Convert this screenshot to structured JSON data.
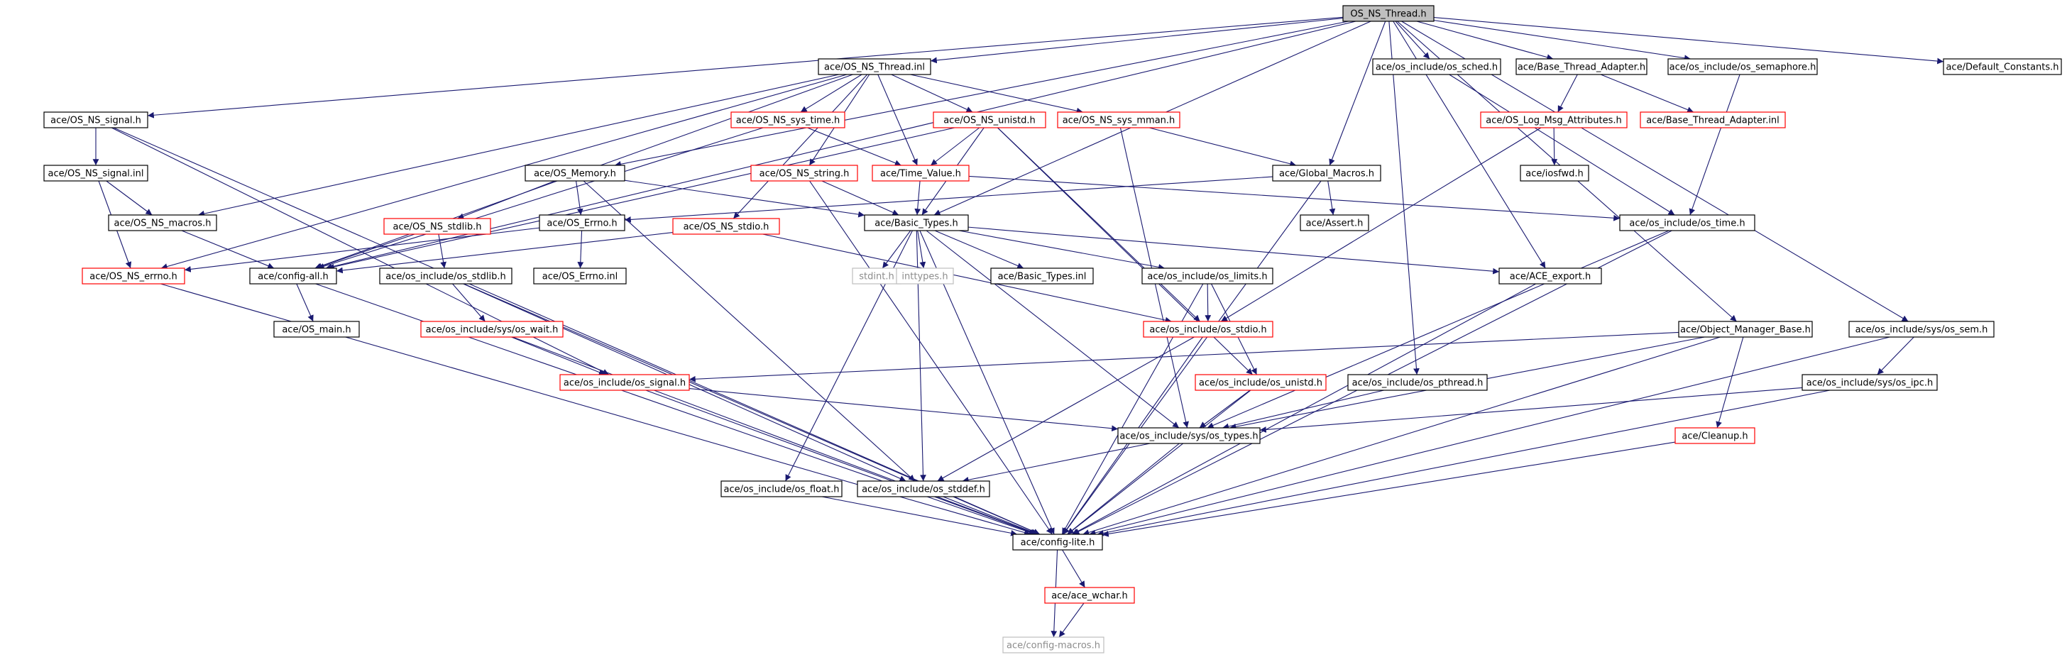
{
  "diagram": {
    "type": "include-dependency-graph",
    "colors": {
      "edge": "#191970",
      "root_fill": "#bfbfbf",
      "normal_border": "#000000",
      "red_border": "#ff0000",
      "gray_border": "#bfbfbf",
      "gray_text": "#8c8c8c"
    },
    "nodes": [
      {
        "id": "root",
        "label": "OS_NS_Thread.h",
        "style": "root"
      },
      {
        "id": "thread_inl",
        "label": "ace/OS_NS_Thread.inl",
        "style": "normal"
      },
      {
        "id": "os_sched",
        "label": "ace/os_include/os_sched.h",
        "style": "normal"
      },
      {
        "id": "base_thread_adapter",
        "label": "ace/Base_Thread_Adapter.h",
        "style": "normal"
      },
      {
        "id": "os_semaphore",
        "label": "ace/os_include/os_semaphore.h",
        "style": "normal"
      },
      {
        "id": "default_constants",
        "label": "ace/Default_Constants.h",
        "style": "normal"
      },
      {
        "id": "ns_signal",
        "label": "ace/OS_NS_signal.h",
        "style": "normal"
      },
      {
        "id": "ns_sys_time",
        "label": "ace/OS_NS_sys_time.h",
        "style": "red"
      },
      {
        "id": "ns_unistd",
        "label": "ace/OS_NS_unistd.h",
        "style": "red"
      },
      {
        "id": "ns_sys_mman",
        "label": "ace/OS_NS_sys_mman.h",
        "style": "red"
      },
      {
        "id": "log_msg_attr",
        "label": "ace/OS_Log_Msg_Attributes.h",
        "style": "red"
      },
      {
        "id": "base_thread_adapter_inl",
        "label": "ace/Base_Thread_Adapter.inl",
        "style": "red"
      },
      {
        "id": "ns_signal_inl",
        "label": "ace/OS_NS_signal.inl",
        "style": "normal"
      },
      {
        "id": "ns_string",
        "label": "ace/OS_NS_string.h",
        "style": "red"
      },
      {
        "id": "time_value",
        "label": "ace/Time_Value.h",
        "style": "red"
      },
      {
        "id": "os_memory",
        "label": "ace/OS_Memory.h",
        "style": "normal"
      },
      {
        "id": "global_macros",
        "label": "ace/Global_Macros.h",
        "style": "normal"
      },
      {
        "id": "iosfwd",
        "label": "ace/iosfwd.h",
        "style": "normal"
      },
      {
        "id": "ns_macros",
        "label": "ace/OS_NS_macros.h",
        "style": "normal"
      },
      {
        "id": "ns_stdlib",
        "label": "ace/OS_NS_stdlib.h",
        "style": "red"
      },
      {
        "id": "os_errno",
        "label": "ace/OS_Errno.h",
        "style": "normal"
      },
      {
        "id": "ns_stdio",
        "label": "ace/OS_NS_stdio.h",
        "style": "red"
      },
      {
        "id": "basic_types",
        "label": "ace/Basic_Types.h",
        "style": "normal"
      },
      {
        "id": "assert",
        "label": "ace/Assert.h",
        "style": "normal"
      },
      {
        "id": "os_time",
        "label": "ace/os_include/os_time.h",
        "style": "normal"
      },
      {
        "id": "ns_errno",
        "label": "ace/OS_NS_errno.h",
        "style": "red"
      },
      {
        "id": "config_all",
        "label": "ace/config-all.h",
        "style": "normal"
      },
      {
        "id": "os_stdlib",
        "label": "ace/os_include/os_stdlib.h",
        "style": "normal"
      },
      {
        "id": "os_errno_inl",
        "label": "ace/OS_Errno.inl",
        "style": "normal"
      },
      {
        "id": "stdint",
        "label": "stdint.h",
        "style": "gray"
      },
      {
        "id": "inttypes",
        "label": "inttypes.h",
        "style": "gray"
      },
      {
        "id": "basic_types_inl",
        "label": "ace/Basic_Types.inl",
        "style": "normal"
      },
      {
        "id": "os_limits",
        "label": "ace/os_include/os_limits.h",
        "style": "normal"
      },
      {
        "id": "ace_export",
        "label": "ace/ACE_export.h",
        "style": "normal"
      },
      {
        "id": "os_main",
        "label": "ace/OS_main.h",
        "style": "normal"
      },
      {
        "id": "os_wait",
        "label": "ace/os_include/sys/os_wait.h",
        "style": "red"
      },
      {
        "id": "os_stdio",
        "label": "ace/os_include/os_stdio.h",
        "style": "red"
      },
      {
        "id": "object_manager_base",
        "label": "ace/Object_Manager_Base.h",
        "style": "normal"
      },
      {
        "id": "os_sem",
        "label": "ace/os_include/sys/os_sem.h",
        "style": "normal"
      },
      {
        "id": "os_signal",
        "label": "ace/os_include/os_signal.h",
        "style": "red"
      },
      {
        "id": "os_unistd",
        "label": "ace/os_include/os_unistd.h",
        "style": "red"
      },
      {
        "id": "os_pthread",
        "label": "ace/os_include/os_pthread.h",
        "style": "normal"
      },
      {
        "id": "os_ipc",
        "label": "ace/os_include/sys/os_ipc.h",
        "style": "normal"
      },
      {
        "id": "os_types",
        "label": "ace/os_include/sys/os_types.h",
        "style": "normal"
      },
      {
        "id": "cleanup",
        "label": "ace/Cleanup.h",
        "style": "red"
      },
      {
        "id": "os_float",
        "label": "ace/os_include/os_float.h",
        "style": "normal"
      },
      {
        "id": "os_stddef",
        "label": "ace/os_include/os_stddef.h",
        "style": "normal"
      },
      {
        "id": "config_lite",
        "label": "ace/config-lite.h",
        "style": "normal"
      },
      {
        "id": "ace_wchar",
        "label": "ace/ace_wchar.h",
        "style": "red"
      },
      {
        "id": "config_macros",
        "label": "ace/config-macros.h",
        "style": "gray"
      }
    ],
    "edges": [
      [
        "root",
        "thread_inl"
      ],
      [
        "root",
        "os_sched"
      ],
      [
        "root",
        "base_thread_adapter"
      ],
      [
        "root",
        "os_semaphore"
      ],
      [
        "root",
        "default_constants"
      ],
      [
        "root",
        "ns_signal"
      ],
      [
        "root",
        "config_all"
      ],
      [
        "root",
        "os_memory"
      ],
      [
        "root",
        "basic_types"
      ],
      [
        "root",
        "global_macros"
      ],
      [
        "root",
        "os_pthread"
      ],
      [
        "root",
        "ace_export"
      ],
      [
        "root",
        "object_manager_base"
      ],
      [
        "root",
        "os_sem"
      ],
      [
        "thread_inl",
        "ns_sys_time"
      ],
      [
        "thread_inl",
        "ns_unistd"
      ],
      [
        "thread_inl",
        "ns_sys_mman"
      ],
      [
        "thread_inl",
        "ns_string"
      ],
      [
        "thread_inl",
        "time_value"
      ],
      [
        "thread_inl",
        "ns_stdio"
      ],
      [
        "thread_inl",
        "ns_errno"
      ],
      [
        "thread_inl",
        "ns_macros"
      ],
      [
        "thread_inl",
        "config_all"
      ],
      [
        "ns_signal",
        "ns_signal_inl"
      ],
      [
        "ns_signal",
        "os_signal"
      ],
      [
        "ns_signal",
        "config_lite"
      ],
      [
        "ns_signal_inl",
        "ns_macros"
      ],
      [
        "ns_signal_inl",
        "ns_errno"
      ],
      [
        "ns_sys_time",
        "time_value"
      ],
      [
        "ns_sys_time",
        "config_all"
      ],
      [
        "ns_unistd",
        "time_value"
      ],
      [
        "ns_unistd",
        "basic_types"
      ],
      [
        "ns_unistd",
        "os_unistd"
      ],
      [
        "ns_unistd",
        "os_stdio"
      ],
      [
        "ns_unistd",
        "config_all"
      ],
      [
        "ns_sys_mman",
        "global_macros"
      ],
      [
        "ns_sys_mman",
        "os_types"
      ],
      [
        "ns_string",
        "basic_types"
      ],
      [
        "ns_string",
        "config_lite"
      ],
      [
        "time_value",
        "basic_types"
      ],
      [
        "time_value",
        "os_time"
      ],
      [
        "base_thread_adapter",
        "log_msg_attr"
      ],
      [
        "base_thread_adapter",
        "base_thread_adapter_inl"
      ],
      [
        "log_msg_attr",
        "iosfwd"
      ],
      [
        "log_msg_attr",
        "os_stdio"
      ],
      [
        "os_sched",
        "os_time"
      ],
      [
        "os_semaphore",
        "os_time"
      ],
      [
        "os_memory",
        "ns_stdlib"
      ],
      [
        "os_memory",
        "os_errno"
      ],
      [
        "os_memory",
        "basic_types"
      ],
      [
        "os_memory",
        "os_stddef"
      ],
      [
        "global_macros",
        "assert"
      ],
      [
        "global_macros",
        "os_errno"
      ],
      [
        "global_macros",
        "config_lite"
      ],
      [
        "ns_macros",
        "config_all"
      ],
      [
        "ns_stdlib",
        "os_stdlib"
      ],
      [
        "ns_stdlib",
        "config_all"
      ],
      [
        "os_errno",
        "os_errno_inl"
      ],
      [
        "os_errno",
        "ns_errno"
      ],
      [
        "ns_stdio",
        "config_all"
      ],
      [
        "ns_stdio",
        "os_stdio"
      ],
      [
        "basic_types",
        "stdint"
      ],
      [
        "basic_types",
        "inttypes"
      ],
      [
        "basic_types",
        "basic_types_inl"
      ],
      [
        "basic_types",
        "os_limits"
      ],
      [
        "basic_types",
        "ace_export"
      ],
      [
        "basic_types",
        "os_float"
      ],
      [
        "basic_types",
        "os_stddef"
      ],
      [
        "basic_types",
        "config_lite"
      ],
      [
        "basic_types",
        "os_types"
      ],
      [
        "os_time",
        "os_types"
      ],
      [
        "os_time",
        "config_lite"
      ],
      [
        "ns_errno",
        "config_lite"
      ],
      [
        "config_all",
        "os_main"
      ],
      [
        "config_all",
        "config_lite"
      ],
      [
        "os_stdlib",
        "os_wait"
      ],
      [
        "os_stdlib",
        "os_stddef"
      ],
      [
        "os_stdlib",
        "config_lite"
      ],
      [
        "os_limits",
        "os_stdio"
      ],
      [
        "os_limits",
        "os_unistd"
      ],
      [
        "os_limits",
        "config_lite"
      ],
      [
        "ace_export",
        "config_lite"
      ],
      [
        "os_wait",
        "os_signal"
      ],
      [
        "os_wait",
        "config_lite"
      ],
      [
        "os_stdio",
        "os_stddef"
      ],
      [
        "os_stdio",
        "config_lite"
      ],
      [
        "object_manager_base",
        "os_signal"
      ],
      [
        "object_manager_base",
        "cleanup"
      ],
      [
        "object_manager_base",
        "os_types"
      ],
      [
        "object_manager_base",
        "config_lite"
      ],
      [
        "os_sem",
        "os_ipc"
      ],
      [
        "os_sem",
        "config_lite"
      ],
      [
        "os_signal",
        "os_types"
      ],
      [
        "os_signal",
        "config_lite"
      ],
      [
        "os_unistd",
        "os_types"
      ],
      [
        "os_unistd",
        "config_lite"
      ],
      [
        "os_pthread",
        "os_types"
      ],
      [
        "os_ipc",
        "os_types"
      ],
      [
        "os_ipc",
        "config_lite"
      ],
      [
        "os_types",
        "os_stddef"
      ],
      [
        "os_types",
        "config_lite"
      ],
      [
        "cleanup",
        "config_lite"
      ],
      [
        "os_float",
        "config_lite"
      ],
      [
        "os_stddef",
        "config_lite"
      ],
      [
        "config_lite",
        "ace_wchar"
      ],
      [
        "config_lite",
        "config_macros"
      ],
      [
        "ace_wchar",
        "config_macros"
      ]
    ]
  }
}
